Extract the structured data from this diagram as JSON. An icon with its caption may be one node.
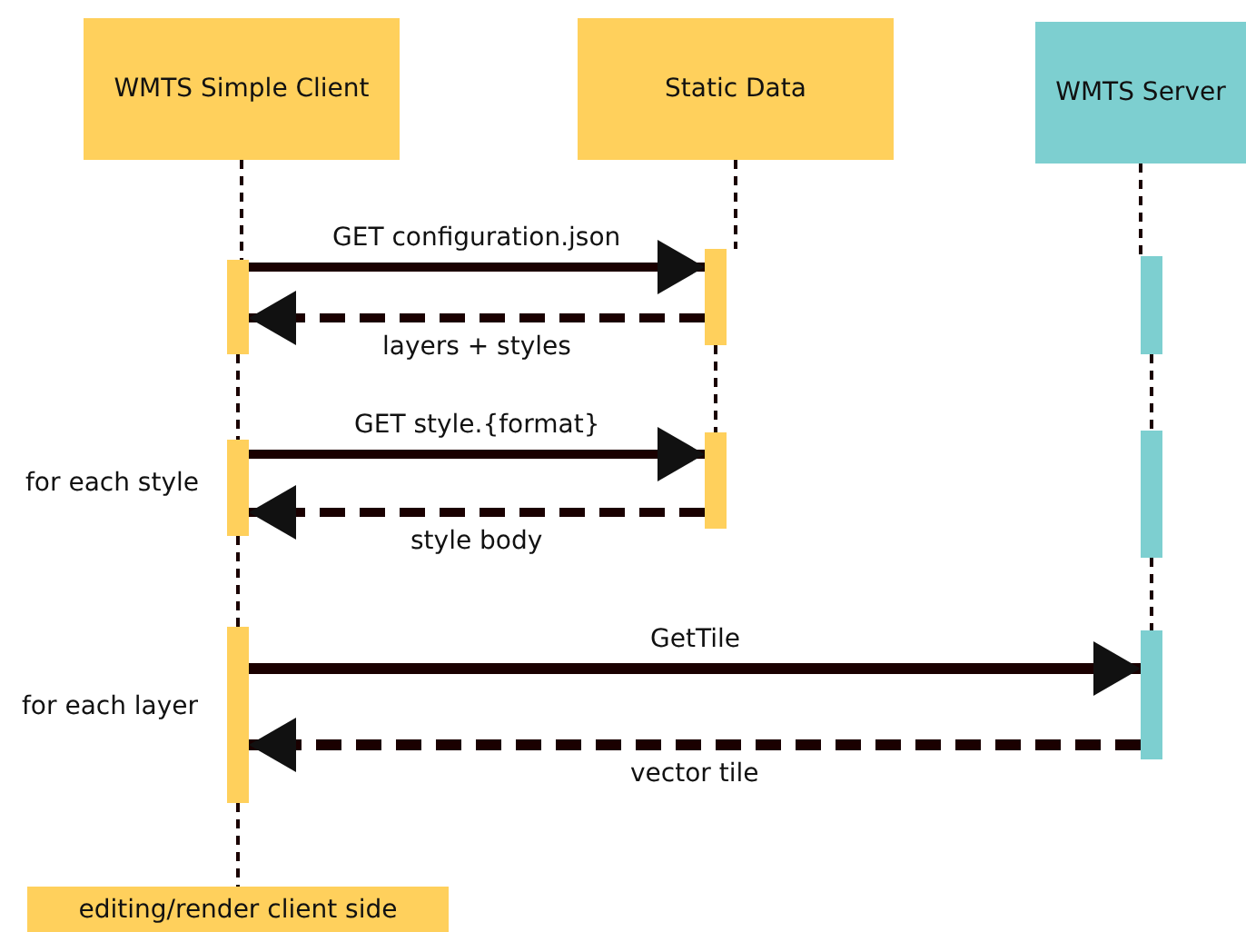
{
  "diagram": {
    "nodes": [
      {
        "text": [
          "WMTS Simple Client"
        ]
      },
      {
        "text": [
          "Static Data"
        ]
      },
      {
        "text": [
          "WMTS Server"
        ]
      },
      {
        "text": [],
        "shape": "bar"
      },
      {
        "text": [],
        "shape": "bar"
      },
      {
        "text": [],
        "shape": "bar"
      },
      {
        "text": [],
        "shape": "bar"
      },
      {
        "text": [],
        "shape": "bar"
      },
      {
        "text": [],
        "shape": "bar"
      },
      {
        "text": [],
        "shape": "bar"
      },
      {
        "text": [],
        "shape": "bar"
      },
      {
        "text": [
          "editing/render client side"
        ]
      }
    ],
    "edges": [
      {
        "from": 3,
        "to": 4,
        "arrow": "to",
        "label": "GET configuration.json",
        "style": "thick"
      },
      {
        "from": 4,
        "to": 3,
        "arrow": "to",
        "label": "layers + styles",
        "style": "dashed"
      },
      {
        "from": 6,
        "to": 7,
        "arrow": "to",
        "label": "GET style.{format}",
        "style": "thick"
      },
      {
        "from": 7,
        "to": 6,
        "arrow": "to",
        "label": "style body",
        "style": "dashed"
      },
      {
        "from": 9,
        "to": 10,
        "arrow": "to",
        "label": "GetTile",
        "style": "thick"
      },
      {
        "from": 10,
        "to": 9,
        "arrow": "to",
        "label": "vector tile",
        "style": "dashed"
      },
      {
        "from": 0,
        "to": 3,
        "arrow": "none",
        "style": "dashed"
      },
      {
        "from": 3,
        "to": 6,
        "arrow": "none",
        "style": "dashed"
      },
      {
        "from": 6,
        "to": 9,
        "arrow": "none",
        "style": "dashed"
      },
      {
        "from": 9,
        "to": 11,
        "arrow": "none",
        "style": "dashed"
      },
      {
        "from": 1,
        "to": 4,
        "arrow": "none",
        "style": "dashed"
      },
      {
        "from": 4,
        "to": 7,
        "arrow": "none",
        "style": "dashed"
      },
      {
        "from": 2,
        "to": 5,
        "arrow": "none",
        "style": "dashed"
      },
      {
        "from": 5,
        "to": 8,
        "arrow": "none",
        "style": "dashed"
      },
      {
        "from": 8,
        "to": 10,
        "arrow": "none",
        "style": "dashed"
      }
    ],
    "labels": [
      "for each style",
      "for each layer"
    ]
  }
}
